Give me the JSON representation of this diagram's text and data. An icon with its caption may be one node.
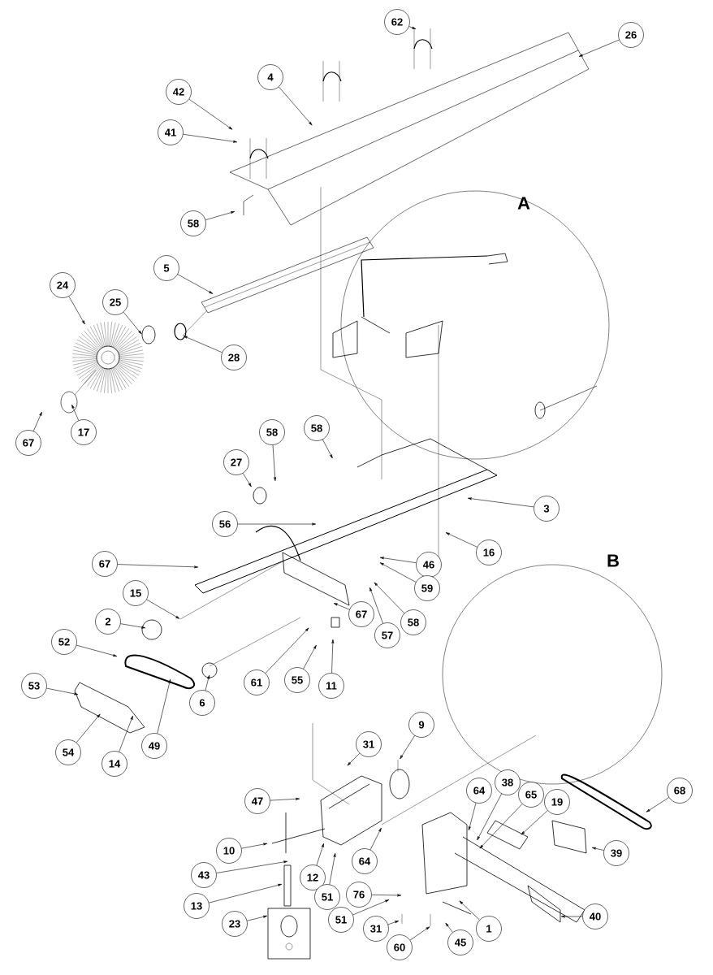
{
  "diagram": {
    "nodes": [
      {
        "text": [
          "62"
        ]
      },
      {
        "text": [
          "26"
        ]
      },
      {
        "text": [
          "4"
        ]
      },
      {
        "text": [
          "42"
        ]
      },
      {
        "text": [
          "41"
        ]
      },
      {
        "text": [
          "58"
        ]
      },
      {
        "text": [
          "5"
        ]
      },
      {
        "text": [
          "24"
        ]
      },
      {
        "text": [
          "25"
        ]
      },
      {
        "text": [
          "28"
        ]
      },
      {
        "text": [
          "17"
        ]
      },
      {
        "text": [
          "67"
        ]
      },
      {
        "text": [
          "58"
        ]
      },
      {
        "text": [
          "58"
        ]
      },
      {
        "text": [
          "27"
        ]
      },
      {
        "text": [
          "56"
        ]
      },
      {
        "text": [
          "3"
        ]
      },
      {
        "text": [
          "16"
        ]
      },
      {
        "text": [
          "67"
        ]
      },
      {
        "text": [
          "46"
        ]
      },
      {
        "text": [
          "59"
        ]
      },
      {
        "text": [
          "15"
        ]
      },
      {
        "text": [
          "67"
        ]
      },
      {
        "text": [
          "57"
        ]
      },
      {
        "text": [
          "58"
        ]
      },
      {
        "text": [
          "2"
        ]
      },
      {
        "text": [
          "52"
        ]
      },
      {
        "text": [
          "53"
        ]
      },
      {
        "text": [
          "6"
        ]
      },
      {
        "text": [
          "61"
        ]
      },
      {
        "text": [
          "55"
        ]
      },
      {
        "text": [
          "11"
        ]
      },
      {
        "text": [
          "54"
        ]
      },
      {
        "text": [
          "14"
        ]
      },
      {
        "text": [
          "49"
        ]
      },
      {
        "text": [
          "9"
        ]
      },
      {
        "text": [
          "31"
        ]
      },
      {
        "text": [
          "47"
        ]
      },
      {
        "text": [
          "68"
        ]
      },
      {
        "text": [
          "64"
        ]
      },
      {
        "text": [
          "38"
        ]
      },
      {
        "text": [
          "65"
        ]
      },
      {
        "text": [
          "19"
        ]
      },
      {
        "text": [
          "39"
        ]
      },
      {
        "text": [
          "10"
        ]
      },
      {
        "text": [
          "12"
        ]
      },
      {
        "text": [
          "64"
        ]
      },
      {
        "text": [
          "43"
        ]
      },
      {
        "text": [
          "51"
        ]
      },
      {
        "text": [
          "76"
        ]
      },
      {
        "text": [
          "51"
        ]
      },
      {
        "text": [
          "13"
        ]
      },
      {
        "text": [
          "23"
        ]
      },
      {
        "text": [
          "31"
        ]
      },
      {
        "text": [
          "60"
        ]
      },
      {
        "text": [
          "45"
        ]
      },
      {
        "text": [
          "1"
        ]
      },
      {
        "text": [
          "40"
        ]
      }
    ],
    "edges": [
      {
        "from": 0,
        "to": null,
        "arrow": "to"
      },
      {
        "from": 1,
        "to": null,
        "arrow": "to"
      },
      {
        "from": 2,
        "to": null,
        "arrow": "to"
      },
      {
        "from": 3,
        "to": null,
        "arrow": "to"
      },
      {
        "from": 4,
        "to": null,
        "arrow": "to"
      },
      {
        "from": 5,
        "to": null,
        "arrow": "to"
      },
      {
        "from": 6,
        "to": null,
        "arrow": "to"
      },
      {
        "from": 7,
        "to": null,
        "arrow": "to"
      },
      {
        "from": 8,
        "to": null,
        "arrow": "to"
      },
      {
        "from": 9,
        "to": null,
        "arrow": "to"
      },
      {
        "from": 10,
        "to": null,
        "arrow": "to"
      },
      {
        "from": 11,
        "to": null,
        "arrow": "to"
      },
      {
        "from": 12,
        "to": null,
        "arrow": "to"
      },
      {
        "from": 13,
        "to": null,
        "arrow": "to"
      },
      {
        "from": 14,
        "to": null,
        "arrow": "to"
      },
      {
        "from": 15,
        "to": null,
        "arrow": "to"
      },
      {
        "from": 16,
        "to": null,
        "arrow": "to"
      },
      {
        "from": 17,
        "to": null,
        "arrow": "to"
      },
      {
        "from": 18,
        "to": null,
        "arrow": "to"
      },
      {
        "from": 19,
        "to": null,
        "arrow": "to"
      },
      {
        "from": 20,
        "to": null,
        "arrow": "to"
      },
      {
        "from": 21,
        "to": null,
        "arrow": "to"
      },
      {
        "from": 22,
        "to": null,
        "arrow": "to"
      },
      {
        "from": 23,
        "to": null,
        "arrow": "to"
      },
      {
        "from": 24,
        "to": null,
        "arrow": "to"
      },
      {
        "from": 25,
        "to": null,
        "arrow": "to"
      },
      {
        "from": 26,
        "to": null,
        "arrow": "to"
      },
      {
        "from": 27,
        "to": null,
        "arrow": "to"
      },
      {
        "from": 28,
        "to": null,
        "arrow": "to"
      },
      {
        "from": 29,
        "to": null,
        "arrow": "to"
      },
      {
        "from": 30,
        "to": null,
        "arrow": "to"
      },
      {
        "from": 31,
        "to": null,
        "arrow": "to"
      },
      {
        "from": 32,
        "to": null,
        "arrow": "to"
      },
      {
        "from": 33,
        "to": null,
        "arrow": "to"
      },
      {
        "from": 34,
        "to": null,
        "arrow": "to"
      },
      {
        "from": 35,
        "to": null,
        "arrow": "to"
      },
      {
        "from": 36,
        "to": null,
        "arrow": "to"
      },
      {
        "from": 37,
        "to": null,
        "arrow": "to"
      },
      {
        "from": 38,
        "to": null,
        "arrow": "to"
      },
      {
        "from": 39,
        "to": null,
        "arrow": "to"
      },
      {
        "from": 40,
        "to": null,
        "arrow": "to"
      },
      {
        "from": 41,
        "to": null,
        "arrow": "to"
      },
      {
        "from": 42,
        "to": null,
        "arrow": "to"
      },
      {
        "from": 43,
        "to": null,
        "arrow": "to"
      },
      {
        "from": 44,
        "to": null,
        "arrow": "to"
      },
      {
        "from": 45,
        "to": null,
        "arrow": "to"
      },
      {
        "from": 46,
        "to": null,
        "arrow": "to"
      },
      {
        "from": 47,
        "to": null,
        "arrow": "to"
      },
      {
        "from": 48,
        "to": null,
        "arrow": "to"
      },
      {
        "from": 49,
        "to": null,
        "arrow": "to"
      },
      {
        "from": 50,
        "to": null,
        "arrow": "to"
      },
      {
        "from": 51,
        "to": null,
        "arrow": "to"
      },
      {
        "from": 52,
        "to": null,
        "arrow": "to"
      },
      {
        "from": 53,
        "to": null,
        "arrow": "to"
      },
      {
        "from": 54,
        "to": null,
        "arrow": "to"
      },
      {
        "from": 55,
        "to": null,
        "arrow": "to"
      },
      {
        "from": 56,
        "to": null,
        "arrow": "to"
      },
      {
        "from": 57,
        "to": null,
        "arrow": "to"
      }
    ],
    "labels": [
      "A",
      "B"
    ]
  }
}
